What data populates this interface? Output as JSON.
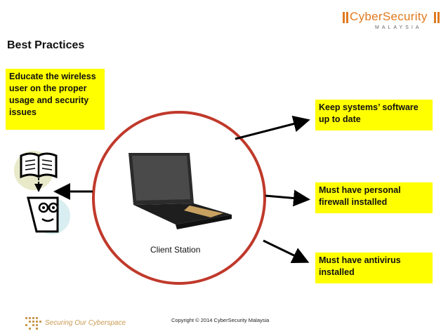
{
  "header": {
    "logo_main": "CyberSecurity",
    "logo_sub": "MALAYSIA",
    "title": "Best Practices"
  },
  "diagram": {
    "center_label": "Client Station",
    "left_box": "Educate the wireless user on the proper usage and security issues",
    "right_boxes": [
      "Keep systems’ software up to date",
      "Must have personal firewall installed",
      "Must have antivirus installed"
    ]
  },
  "footer": {
    "tagline": "Securing Our Cyberspace",
    "copyright": "Copyright © 2014 CyberSecurity Malaysia"
  },
  "colors": {
    "box_fill": "#ffff00",
    "circle_stroke": "#c0392b",
    "logo_accent": "#e07a20"
  }
}
